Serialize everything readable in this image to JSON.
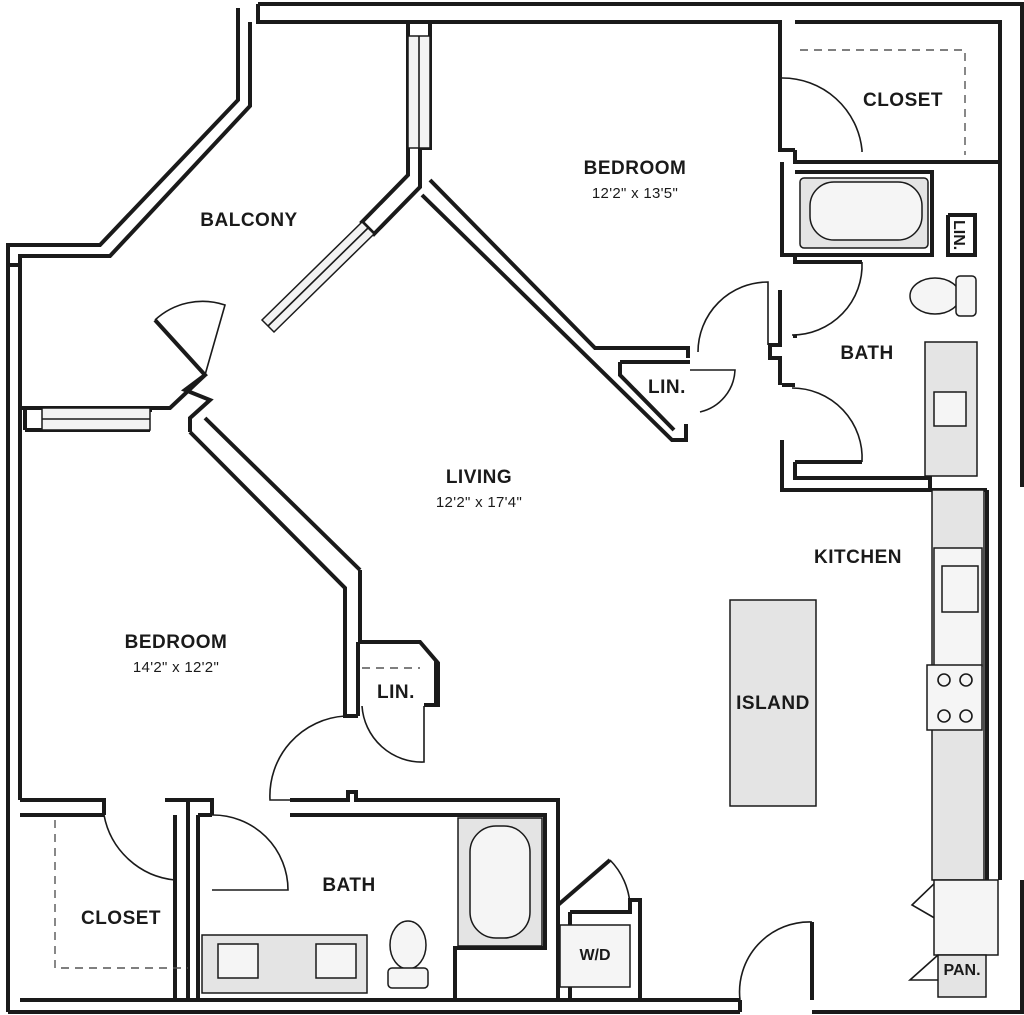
{
  "rooms": {
    "balcony": {
      "label": "BALCONY"
    },
    "bedroom_top": {
      "label": "BEDROOM",
      "dimensions": "12'2\" x 13'5\""
    },
    "closet_top": {
      "label": "CLOSET"
    },
    "linen_top_right": {
      "label": "LIN."
    },
    "bath_top": {
      "label": "BATH"
    },
    "linen_mid": {
      "label": "LIN."
    },
    "living": {
      "label": "LIVING",
      "dimensions": "12'2\" x 17'4\""
    },
    "kitchen": {
      "label": "KITCHEN"
    },
    "island": {
      "label": "ISLAND"
    },
    "bedroom_left": {
      "label": "BEDROOM",
      "dimensions": "14'2\" x 12'2\""
    },
    "linen_left": {
      "label": "LIN."
    },
    "bath_bottom": {
      "label": "BATH"
    },
    "closet_bottom": {
      "label": "CLOSET"
    },
    "washer_dryer": {
      "label": "W/D"
    },
    "pantry": {
      "label": "PAN."
    }
  }
}
